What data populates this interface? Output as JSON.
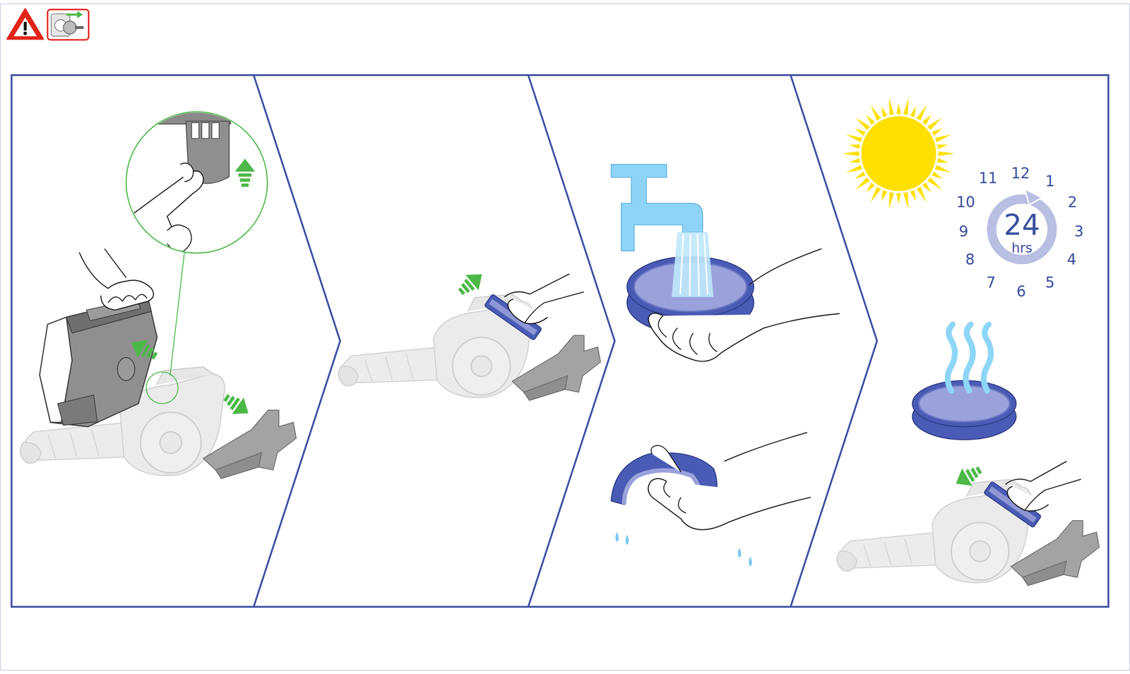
{
  "diagram": {
    "labels": [
      "12",
      "1",
      "2",
      "3",
      "4",
      "5",
      "6",
      "7",
      "8",
      "9",
      "10",
      "11",
      "24",
      "hrs"
    ]
  }
}
